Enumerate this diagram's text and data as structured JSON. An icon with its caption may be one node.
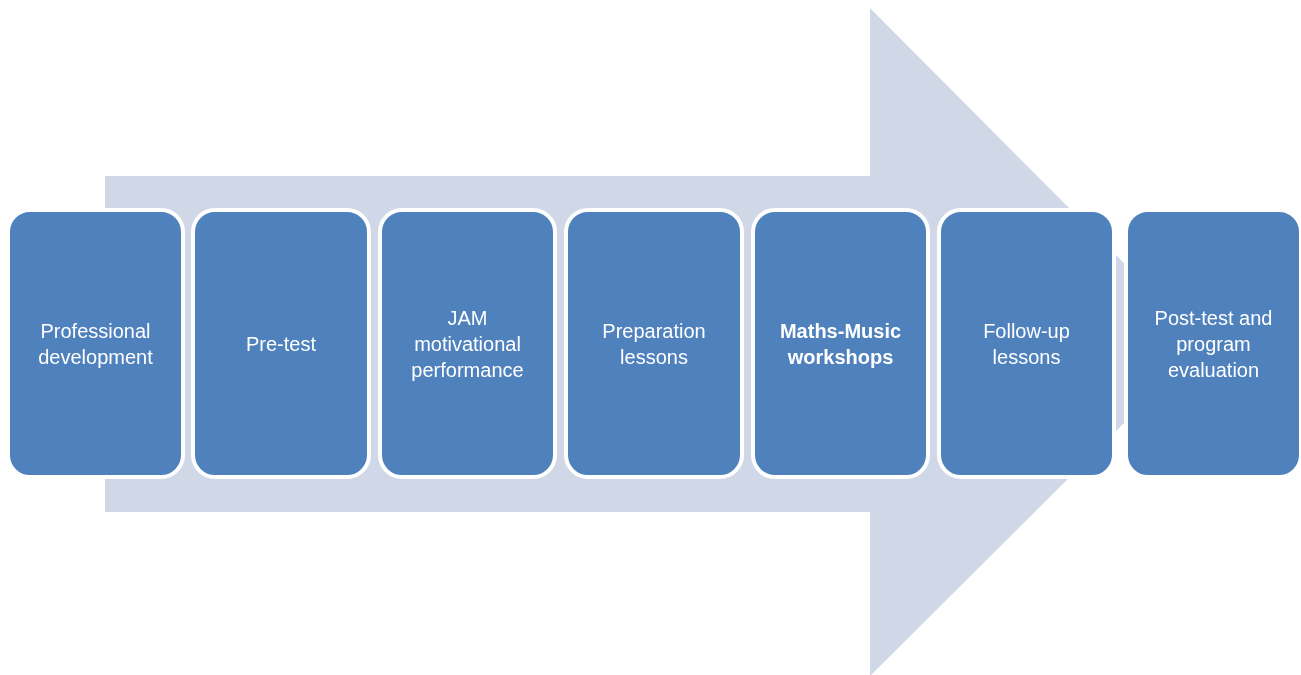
{
  "diagram": {
    "nodes": [
      {
        "text": [
          "Professional development"
        ]
      },
      {
        "text": [
          "Pre-test"
        ]
      },
      {
        "text": [
          "JAM motivational performance"
        ]
      },
      {
        "text": [
          "Preparation lessons"
        ]
      },
      {
        "text": [
          "Maths-Music workshops"
        ]
      },
      {
        "text": [
          "Follow-up lessons"
        ]
      },
      {
        "text": [
          "Post-test and program evaluation"
        ]
      }
    ],
    "edges": [
      {
        "from": 0,
        "to": 6,
        "arrow": "to"
      }
    ]
  }
}
